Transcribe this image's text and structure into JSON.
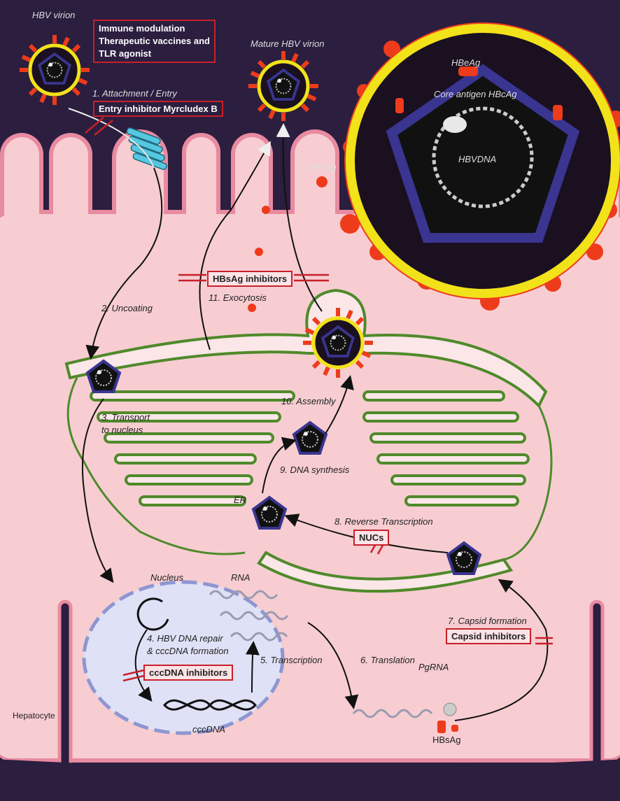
{
  "labels": {
    "hbv_virion": "HBV virion",
    "mature_virion": "Mature HBV virion",
    "attachment": "1. Attachment / Entry",
    "uncoating": "2. Uncoating",
    "transport": "3. Transport\nto nucleus",
    "dna_repair": "4. HBV DNA repair\n& cccDNA formation",
    "transcription": "5. Transcription",
    "translation": "6. Translation",
    "capsid_formation": "7. Capsid formation",
    "reverse_transcription": "8. Reverse Transcription",
    "dna_synthesis": "9. DNA synthesis",
    "assembly": "10. Assembly",
    "exocytosis": "11. Exocytosis",
    "hbeag": "HBeAg",
    "hbcag": "Core antigen HBcAg",
    "hbvdna": "HBVDNA",
    "hbsag_big": "HBsAg",
    "er": "ER",
    "nucleus": "Nucleus",
    "rna": "RNA",
    "cccdna": "cccDNA",
    "pgrna": "PgRNA",
    "hbsag_small": "HBsAg",
    "hepatocyte": "Hepatocyte"
  },
  "therapies": {
    "immune": "Immune modulation\nTherapeutic vaccines and\nTLR agonist",
    "entry": "Entry inhibitor Myrcludex B",
    "hbsag": "HBsAg inhibitors",
    "nucs": "NUCs",
    "capsid": "Capsid inhibitors",
    "cccdna": "cccDNA inhibitors"
  },
  "colors": {
    "background": "#2b1e3f",
    "cell": "#f7cdd2",
    "membrane": "#e88aa0",
    "envelope": "#f2e21a",
    "capsid": "#3a3590",
    "hbsag": "#ee3b1c",
    "inhibitor": "#c8202a",
    "er": "#4f8a2a",
    "nucleus": "#dfe1f6"
  }
}
